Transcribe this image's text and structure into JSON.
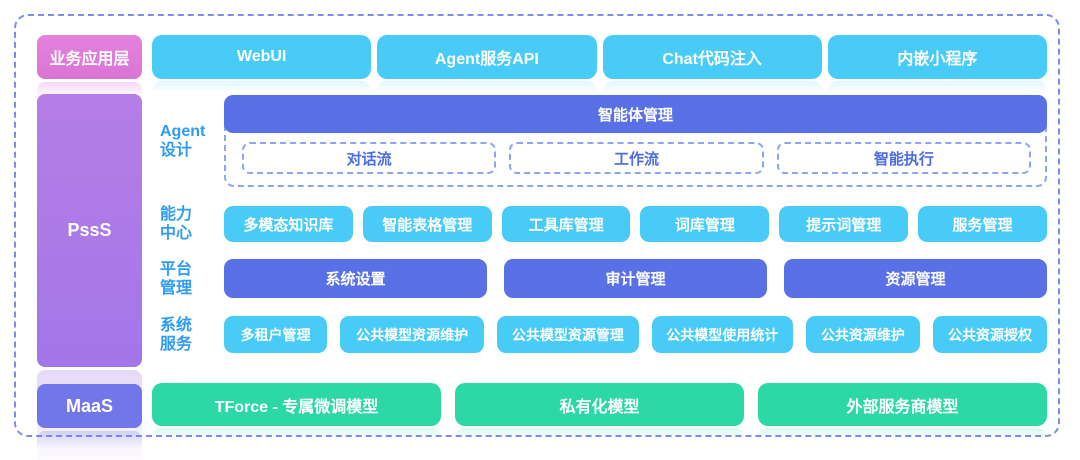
{
  "layers": {
    "business_app": "业务应用层",
    "pss": "PssS",
    "maas": "MaaS"
  },
  "top_row": {
    "items": [
      "WebUI",
      "Agent服务API",
      "Chat代码注入",
      "内嵌小程序"
    ]
  },
  "agent_design": {
    "label_line1": "Agent",
    "label_line2": "设计",
    "bar": "智能体管理",
    "items": [
      "对话流",
      "工作流",
      "智能执行"
    ]
  },
  "capability_center": {
    "label_line1": "能力",
    "label_line2": "中心",
    "items": [
      "多模态知识库",
      "智能表格管理",
      "工具库管理",
      "词库管理",
      "提示词管理",
      "服务管理"
    ]
  },
  "platform_management": {
    "label_line1": "平台",
    "label_line2": "管理",
    "items": [
      "系统设置",
      "审计管理",
      "资源管理"
    ]
  },
  "system_services": {
    "label_line1": "系统",
    "label_line2": "服务",
    "items": [
      "多租户管理",
      "公共模型资源维护",
      "公共模型资源管理",
      "公共模型使用统计",
      "公共资源维护",
      "公共资源授权"
    ]
  },
  "maas_row": {
    "items": [
      "TForce - 专属微调模型",
      "私有化模型",
      "外部服务商模型"
    ]
  },
  "colors": {
    "cyan": "#49cbf7",
    "blue": "#5a70e6",
    "green": "#2bd8a6",
    "pink": "#de7ad8",
    "purple": "#ab7ae7",
    "indigo": "#7177e8",
    "label_blue": "#2e9bf4",
    "dashed_border": "#7b8bf2",
    "inner_dashed_text": "#4a6be4"
  }
}
